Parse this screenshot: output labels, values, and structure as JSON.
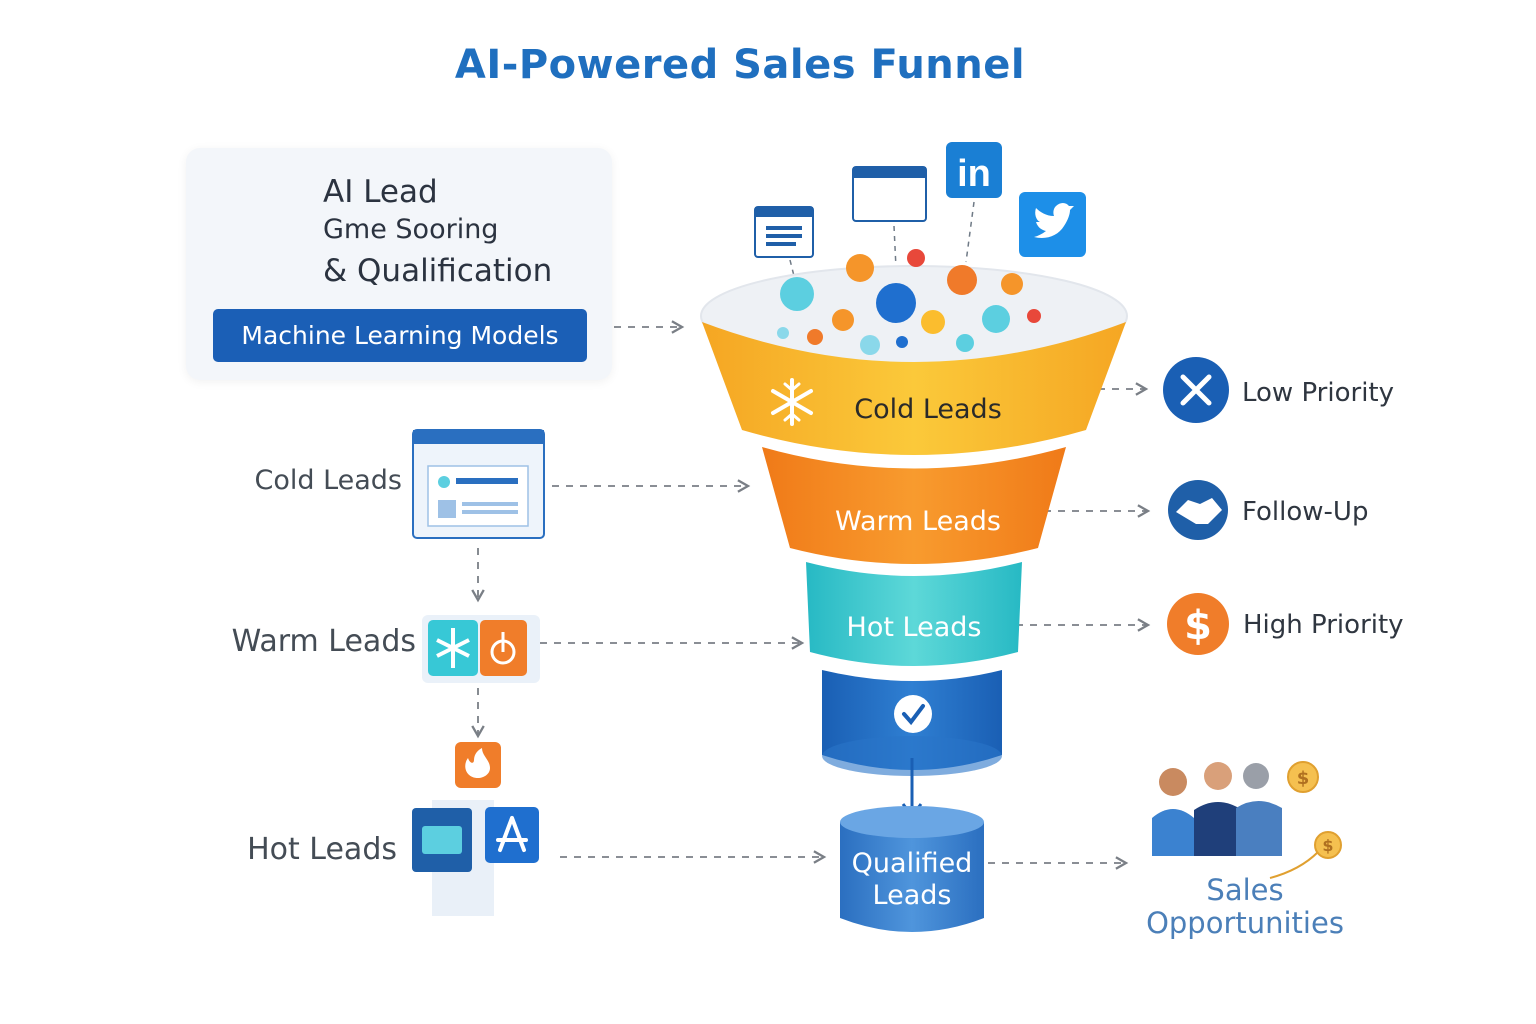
{
  "title": "AI-Powered Sales Funnel",
  "ai_card": {
    "line1": "AI Lead",
    "line2": "Gme Sooring",
    "line3": "& Qualification",
    "button": "Machine Learning Models"
  },
  "left_flow": {
    "cold": "Cold Leads",
    "warm": "Warm Leads",
    "hot": "Hot Leads"
  },
  "funnel": {
    "cold": "Cold Leads",
    "warm": "Warm Leads",
    "hot": "Hot Leads",
    "qualified_line1": "Qualified",
    "qualified_line2": "Leads"
  },
  "outcomes": {
    "low": "Low Priority",
    "follow": "Follow-Up",
    "high": "High Priority"
  },
  "sales_line1": "Sales",
  "sales_line2": "Opportunities",
  "colors": {
    "accent_blue": "#1f6fbf",
    "cold_band": "#f6b925",
    "warm_band": "#f5891f",
    "hot_band": "#37c8cc",
    "qualified_blue": "#1f6fbf",
    "orange_icon": "#f07d2a"
  },
  "icons": {
    "brain": "brain-icon",
    "snowflake": "snowflake-icon",
    "check": "check-icon",
    "low": "close-icon",
    "follow": "handshake-icon",
    "high": "dollar-icon",
    "linkedin": "linkedin-icon",
    "twitter": "twitter-icon",
    "people": "people-icon"
  }
}
